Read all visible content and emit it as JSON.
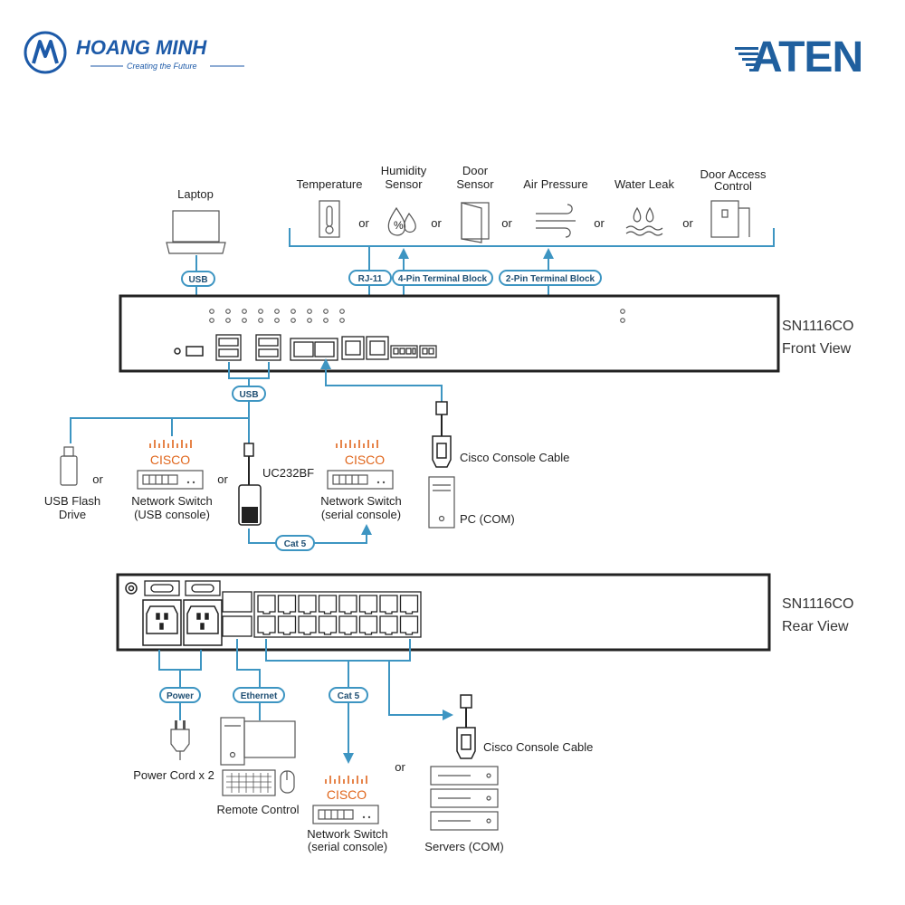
{
  "brand": {
    "left_name": "HOANG MINH",
    "left_tagline": "Creating the Future",
    "right_name": "ATEN"
  },
  "front": {
    "device_model": "SN1116CO",
    "view_label": "Front View",
    "sensors": [
      "Temperature",
      "Humidity Sensor",
      "Door Sensor",
      "Air Pressure",
      "Water Leak",
      "Door Access Control"
    ],
    "or_word": "or",
    "pills": {
      "usb_top": "USB",
      "rj11": "RJ-11",
      "terminal4": "4-Pin Terminal Block",
      "terminal2": "2-Pin Terminal Block",
      "usb_bottom": "USB",
      "cat5": "Cat 5"
    },
    "laptop": "Laptop",
    "usb_flash": "USB Flash Drive",
    "cisco": "CISCO",
    "net_switch_usb": "Network Switch (USB console)",
    "uc232bf": "UC232BF",
    "net_switch_serial": "Network Switch (serial console)",
    "cisco_cable": "Cisco Console Cable",
    "pc_com": "PC (COM)"
  },
  "rear": {
    "device_model": "SN1116CO",
    "view_label": "Rear View",
    "pills": {
      "power": "Power",
      "ethernet": "Ethernet",
      "cat5": "Cat 5"
    },
    "power_cord": "Power Cord x 2",
    "remote_control": "Remote Control",
    "cisco": "CISCO",
    "net_switch_serial": "Network Switch (serial console)",
    "or_word": "or",
    "cisco_cable": "Cisco Console Cable",
    "servers": "Servers (COM)"
  },
  "colors": {
    "link": "#3d95c2",
    "pill_text": "#1f4f73",
    "cisco": "#e0661c",
    "logo": "#1d5aa8",
    "aten": "#1f5f9e"
  }
}
